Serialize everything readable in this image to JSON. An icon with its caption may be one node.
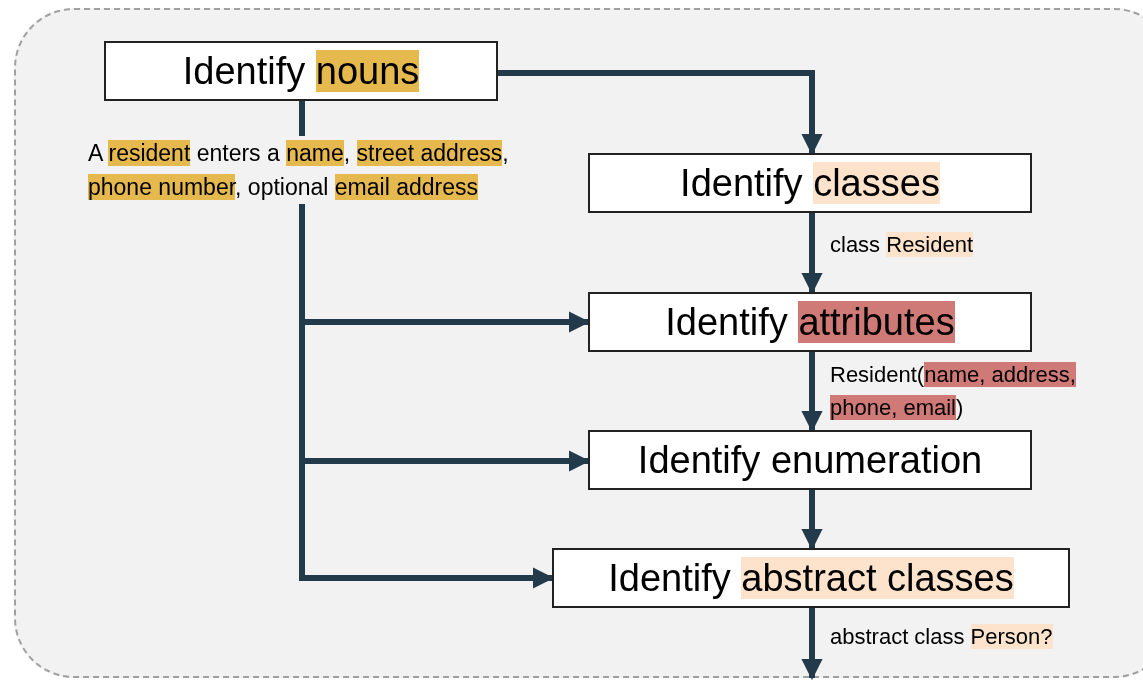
{
  "diagram": {
    "nodes": [
      {
        "text": [
          "Identify *nouns*"
        ]
      },
      {
        "text": [
          "Identify *classes*"
        ]
      },
      {
        "text": [
          "Identify *attributes*"
        ]
      },
      {
        "text": [
          "Identify enumeration"
        ]
      },
      {
        "text": [
          "Identify *abstract classes*"
        ]
      }
    ],
    "edges": [
      {
        "from": 0,
        "to": 1,
        "arrow": "to"
      },
      {
        "from": 1,
        "to": 2,
        "arrow": "to",
        "label": "class *Resident*"
      },
      {
        "from": 2,
        "to": 3,
        "arrow": "to",
        "label": "Resident(*name, address, phone, email*)"
      },
      {
        "from": 3,
        "to": 4,
        "arrow": "to"
      },
      {
        "from": 0,
        "to": 2,
        "arrow": "to"
      },
      {
        "from": 0,
        "to": 3,
        "arrow": "to"
      },
      {
        "from": 0,
        "to": 4,
        "arrow": "to"
      },
      {
        "from": 4,
        "to": null,
        "arrow": "to",
        "label": "abstract class *Person?*"
      }
    ],
    "labels": [
      "A *resident* enters a *name*, *street address*, *phone number*, optional *email address*"
    ]
  }
}
